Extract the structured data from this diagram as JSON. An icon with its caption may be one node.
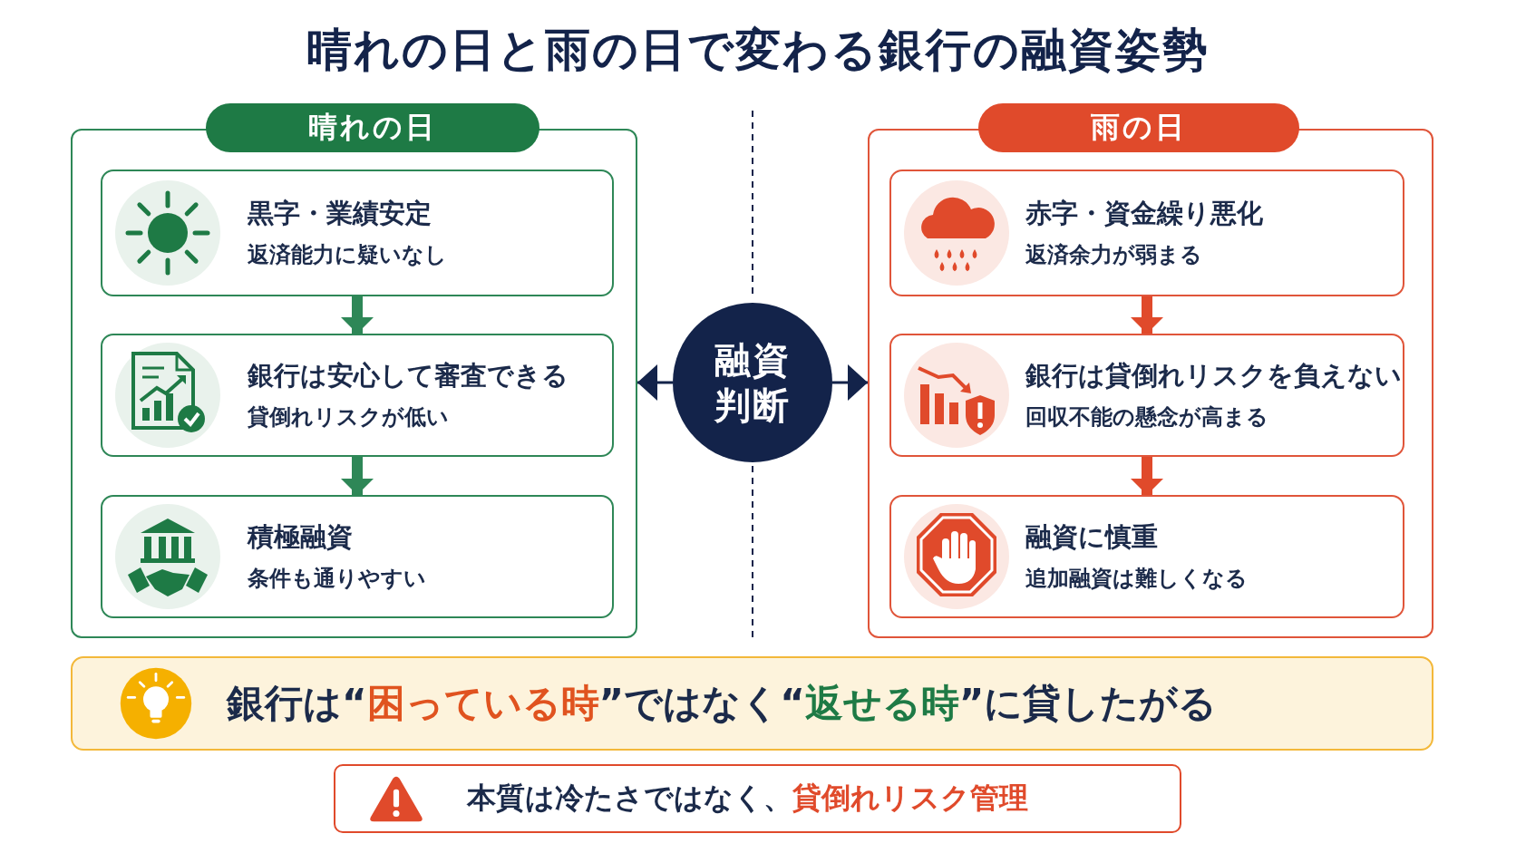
{
  "diagram": {
    "title": "晴れの日と雨の日で変わる銀行の融資姿勢",
    "nodes": [
      {
        "text": [
          "晴れの日"
        ]
      },
      {
        "text": [
          "黒字・業績安定",
          "返済能力に疑いなし"
        ],
        "in": 0
      },
      {
        "text": [
          "銀行は安心して審査できる",
          "貸倒れリスクが低い"
        ],
        "in": 0
      },
      {
        "text": [
          "積極融資",
          "条件も通りやすい"
        ],
        "in": 0
      },
      {
        "text": [
          "融資判断"
        ]
      },
      {
        "text": [
          "雨の日"
        ]
      },
      {
        "text": [
          "赤字・資金繰り悪化",
          "返済余力が弱まる"
        ],
        "in": 5
      },
      {
        "text": [
          "銀行は貸倒れリスクを負えない",
          "回収不能の懸念が高まる"
        ],
        "in": 5
      },
      {
        "text": [
          "融資に慎重",
          "追加融資は難しくなる"
        ],
        "in": 5
      },
      {
        "text": [
          "銀行は“**困っている時**”ではなく“*返せる時*”に貸したがる"
        ]
      },
      {
        "text": [
          "本質は冷たさではなく、**貸倒れリスク管理**"
        ]
      }
    ],
    "edges": [
      {
        "from": 1,
        "to": 2,
        "arrow": "to",
        "color": "#2e8757"
      },
      {
        "from": 2,
        "to": 3,
        "arrow": "to",
        "color": "#2e8757"
      },
      {
        "from": 6,
        "to": 7,
        "arrow": "to",
        "color": "#e04a2b"
      },
      {
        "from": 7,
        "to": 8,
        "arrow": "to",
        "color": "#e04a2b"
      },
      {
        "from": 4,
        "to": 0,
        "arrow": "to",
        "color": "#13234a"
      },
      {
        "from": 4,
        "to": 5,
        "arrow": "to",
        "color": "#13234a"
      }
    ]
  }
}
